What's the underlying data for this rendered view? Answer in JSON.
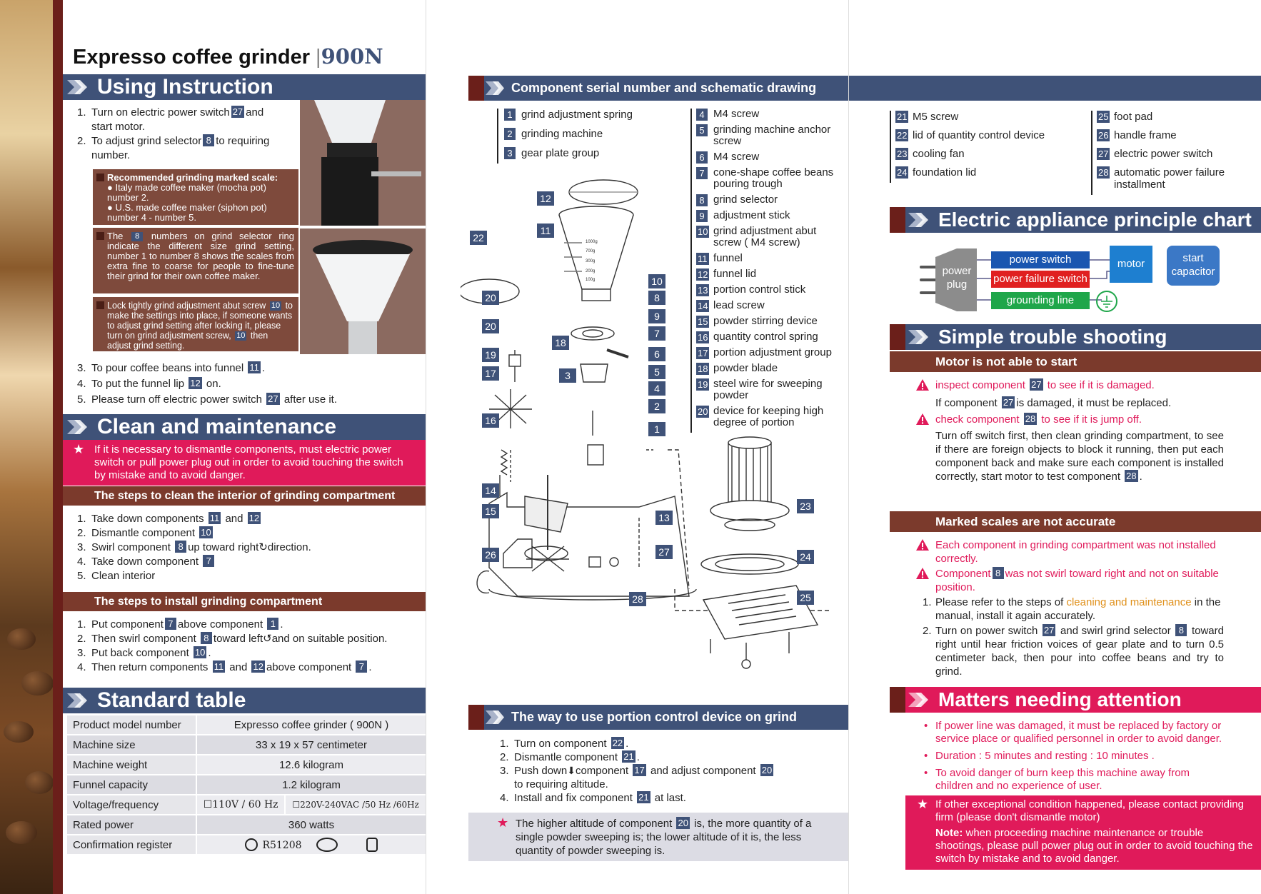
{
  "title": {
    "main": "Expresso coffee grinder",
    "model": "900N"
  },
  "using_instruction": {
    "heading": "Using Instruction",
    "steps": [
      {
        "n": "1.",
        "parts": [
          "Turn on electric power switch",
          "27",
          "and"
        ],
        "cont": "start motor."
      },
      {
        "n": "2.",
        "parts": [
          "To adjust grind selector",
          "8",
          "to requiring"
        ],
        "cont": "number."
      }
    ],
    "box1": {
      "title": "Recommended grinding marked scale:",
      "lines": [
        "● Italy made coffee maker (mocha pot) number 2.",
        "● U.S. made coffee maker (siphon pot) number 4 - number 5."
      ]
    },
    "box2": {
      "pre": "The",
      "num": "8",
      "text": "numbers on grind selector ring indicate the different size grind setting, number 1 to number 8 shows the scales from extra fine to coarse for people to fine-tune their grind for their own coffee maker."
    },
    "box3": {
      "text1": "Lock tightly grind adjustment abut screw",
      "num1": "10",
      "text2": "to make the settings into place, if someone wants to adjust grind setting after locking it, please turn on grind adjustment screw,",
      "num2": "10",
      "text3": "then adjust grind setting."
    },
    "steps2": [
      {
        "n": "3.",
        "a": "To pour coffee beans into funnel",
        "num": "11",
        "b": "."
      },
      {
        "n": "4.",
        "a": "To put the funnel lip",
        "num": "12",
        "b": "on."
      },
      {
        "n": "5.",
        "a": "Please turn off electric power switch",
        "num": "27",
        "b": "after use it."
      }
    ]
  },
  "clean": {
    "heading": "Clean and maintenance",
    "warning": "If it is necessary to dismantle components, must electric power switch or pull power plug out in order to avoid touching the switch by mistake and to avoid danger.",
    "sub1": "The steps to clean the interior of grinding compartment",
    "steps1": [
      {
        "n": "1.",
        "a": "Take down components",
        "num": "11",
        "b": "and",
        "num2": "12",
        "c": ""
      },
      {
        "n": "2.",
        "a": "Dismantle component",
        "num": "10",
        "b": ""
      },
      {
        "n": "3.",
        "a": "Swirl component",
        "num": "8",
        "b": "up toward right",
        "c": "direction."
      },
      {
        "n": "4.",
        "a": "Take down component",
        "num": "7",
        "b": ""
      },
      {
        "n": "5.",
        "a": "Clean interior",
        "num": "",
        "b": ""
      }
    ],
    "sub2": "The steps to install grinding compartment",
    "steps2": [
      {
        "n": "1.",
        "a": "Put component",
        "num": "7",
        "b": "above component",
        "num2": "1",
        "c": "."
      },
      {
        "n": "2.",
        "a": "Then swirl component",
        "num": "8",
        "b": "toward left",
        "c": "and on suitable position."
      },
      {
        "n": "3.",
        "a": "Put back component",
        "num": "10",
        "b": "."
      },
      {
        "n": "4.",
        "a": "Then return components",
        "num": "11",
        "b": "and",
        "num2": "12",
        "c": "above component",
        "num3": "7",
        "d": "."
      }
    ]
  },
  "standard": {
    "heading": "Standard table",
    "rows": [
      {
        "k": "Product model number",
        "v": "Expresso coffee grinder ( 900N )"
      },
      {
        "k": "Machine size",
        "v": "33 x 19 x 57 centimeter"
      },
      {
        "k": "Machine weight",
        "v": "12.6 kilogram"
      },
      {
        "k": "Funnel capacity",
        "v": "1.2 kilogram"
      },
      {
        "k": "Voltage/frequency",
        "v1": "110V / 60 Hz",
        "v2": "220V-240VAC /50 Hz /60Hz"
      },
      {
        "k": "Rated power",
        "v": "360 watts"
      },
      {
        "k": "Confirmation register",
        "v": "R51208"
      }
    ]
  },
  "components": {
    "heading": "Component serial number and schematic drawing",
    "col1": [
      [
        "1",
        "grind adjustment spring"
      ],
      [
        "2",
        "grinding machine"
      ],
      [
        "3",
        "gear plate group"
      ]
    ],
    "col2": [
      [
        "4",
        "M4 screw"
      ],
      [
        "5",
        "grinding machine anchor screw"
      ],
      [
        "6",
        "M4 screw"
      ],
      [
        "7",
        "cone-shape coffee beans pouring trough"
      ],
      [
        "8",
        "grind selector"
      ],
      [
        "9",
        "adjustment stick"
      ],
      [
        "10",
        "grind adjustment abut screw ( M4 screw)"
      ],
      [
        "11",
        "funnel"
      ],
      [
        "12",
        "funnel lid"
      ],
      [
        "13",
        "portion control stick"
      ],
      [
        "14",
        "lead screw"
      ],
      [
        "15",
        "powder stirring device"
      ],
      [
        "16",
        "quantity control spring"
      ],
      [
        "17",
        "portion adjustment group"
      ],
      [
        "18",
        "powder blade"
      ],
      [
        "19",
        "steel wire for sweeping powder"
      ],
      [
        "20",
        "device for keeping high degree of portion"
      ]
    ],
    "col3": [
      [
        "21",
        "M5 screw"
      ],
      [
        "22",
        "lid of quantity control device"
      ],
      [
        "23",
        "cooling fan"
      ],
      [
        "24",
        "foundation lid"
      ]
    ],
    "col4": [
      [
        "25",
        "foot pad"
      ],
      [
        "26",
        "handle frame"
      ],
      [
        "27",
        "electric power switch"
      ],
      [
        "28",
        "automatic power failure installment"
      ]
    ],
    "diagram_labels": [
      "12",
      "11",
      "22",
      "10",
      "8",
      "20",
      "9",
      "20",
      "7",
      "18",
      "19",
      "6",
      "17",
      "3",
      "5",
      "4",
      "2",
      "16",
      "1",
      "14",
      "15",
      "13",
      "26",
      "27",
      "28",
      "23",
      "24",
      "25"
    ],
    "funnel_marks": [
      "1000g",
      "700g",
      "300g",
      "200g",
      "100g"
    ]
  },
  "portion": {
    "heading": "The way to use portion control device on grind selector",
    "steps": [
      {
        "n": "1.",
        "a": "Turn on component",
        "num": "22",
        "b": "."
      },
      {
        "n": "2.",
        "a": "Dismantle component",
        "num": "21",
        "b": "."
      },
      {
        "n": "3.",
        "a": "Push down",
        "b": "component",
        "num": "17",
        "c": "and adjust component",
        "num2": "20",
        "d": "to requiring altitude."
      },
      {
        "n": "4.",
        "a": "Install and fix component",
        "num": "21",
        "b": "at last."
      }
    ],
    "note1": "The higher altitude of component",
    "note_num": "20",
    "note2": "is, the more quantity of a single powder sweeping is; the lower altitude of it is, the less quantity of powder sweeping is."
  },
  "electric": {
    "heading": "Electric appliance principle chart",
    "plug": "power plug",
    "switch": "power switch",
    "failure": "power failure switch",
    "ground": "grounding line",
    "motor": "motor",
    "capacitor": "start capacitor"
  },
  "trouble": {
    "heading": "Simple trouble shooting",
    "sub1": "Motor is not able to start",
    "w1a": "inspect component",
    "w1n": "27",
    "w1b": "to see if it is damaged.",
    "t1a": "If component",
    "t1n": "27",
    "t1b": "is damaged, it must be replaced.",
    "w2a": "check component",
    "w2n": "28",
    "w2b": "to see if it is jump off.",
    "t2": "Turn off switch first, then clean grinding compartment, to see if there are foreign objects to block it running, then put each component back and make sure each component is installed correctly, start motor to test component",
    "t2n": "28",
    "sub2": "Marked scales are not accurate",
    "w3": "Each component in grinding compartment was not installed correctly.",
    "w4a": "Component",
    "w4n": "8",
    "w4b": "was not swirl toward right and not on suitable position.",
    "s1a": "Please refer to the steps of",
    "s1o": "cleaning and maintenance",
    "s1b": "in the manual, install it again accurately.",
    "s2a": "Turn on power switch",
    "s2n": "27",
    "s2b": "and swirl grind selector",
    "s2n2": "8",
    "s2c": "toward right until hear friction voices of gear plate and to turn 0.5 centimeter back, then pour into coffee beans and try to grind."
  },
  "attention": {
    "heading": "Matters needing attention",
    "bullets": [
      "If power line was damaged, it must be replaced by factory or service place or qualified personnel in order to avoid danger.",
      "Duration : 5 minutes and resting : 10 minutes .",
      "To avoid danger of burn keep this machine away from children and no experience of user."
    ],
    "box": "If other exceptional condition happened, please contact providing firm (please don't dismantle motor)",
    "note_label": "Note:",
    "note": "when proceeding machine maintenance or trouble shootings, please pull power plug out in order to avoid touching the switch by mistake and to avoid danger."
  },
  "colors": {
    "navy": "#3f5278",
    "pink": "#e01a5a",
    "brown": "#7b3a2c",
    "green": "#1fa64a",
    "blue": "#1a56b0",
    "red": "#e02020"
  }
}
